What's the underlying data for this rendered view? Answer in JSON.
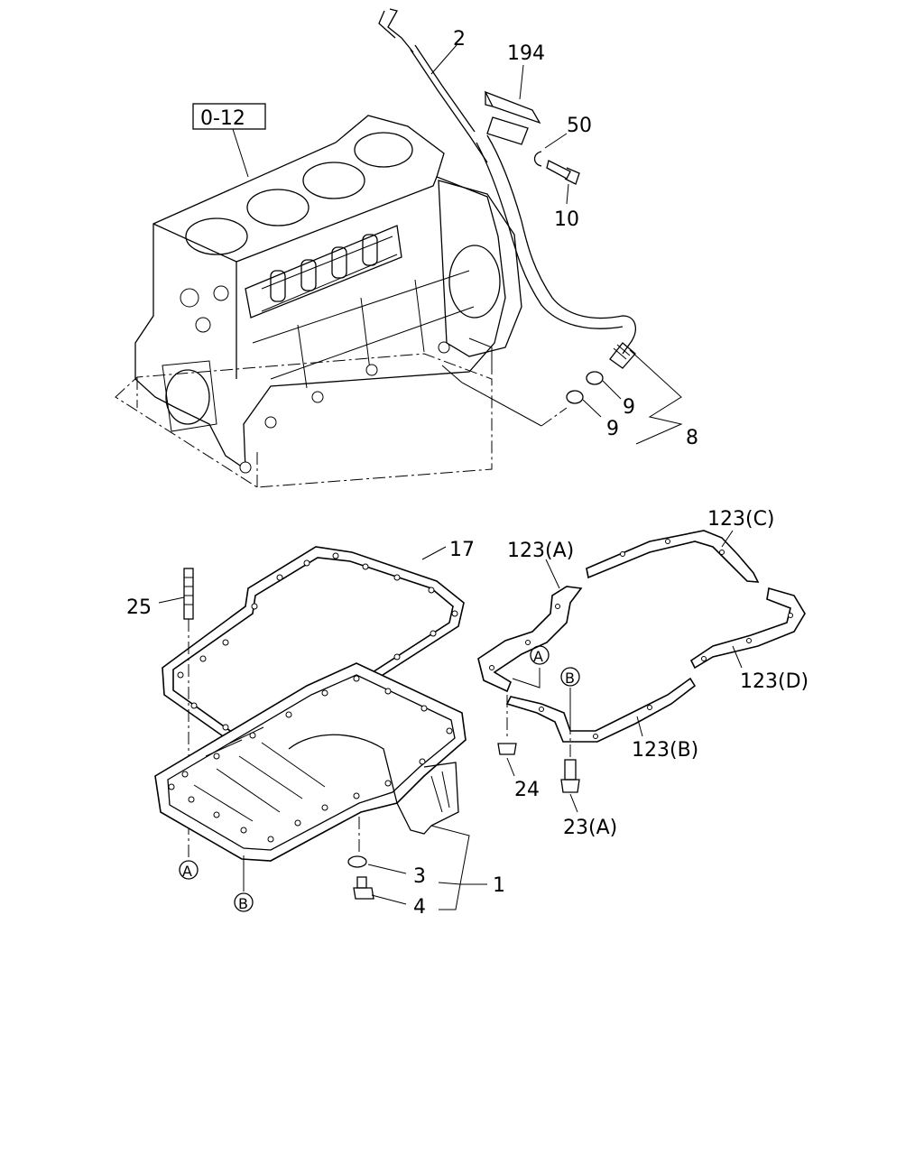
{
  "diagram": {
    "callouts": {
      "ref_box": "0-12",
      "dipstick": "2",
      "guide_tube_bracket": "194",
      "clip": "50",
      "bolt_10": "10",
      "gasket_9a": "9",
      "gasket_9b": "9",
      "tube_assembly": "8",
      "pan_gasket": "17",
      "stud": "25",
      "gasket_a": "123(A)",
      "gasket_b": "123(B)",
      "gasket_c": "123(C)",
      "gasket_d": "123(D)",
      "bolt_24": "24",
      "bolt_23a": "23(A)",
      "drain_washer": "3",
      "drain_plug": "4",
      "oil_pan": "1"
    },
    "markers": {
      "a_left": "A",
      "b_left": "B",
      "a_right": "A",
      "b_right": "B"
    }
  }
}
